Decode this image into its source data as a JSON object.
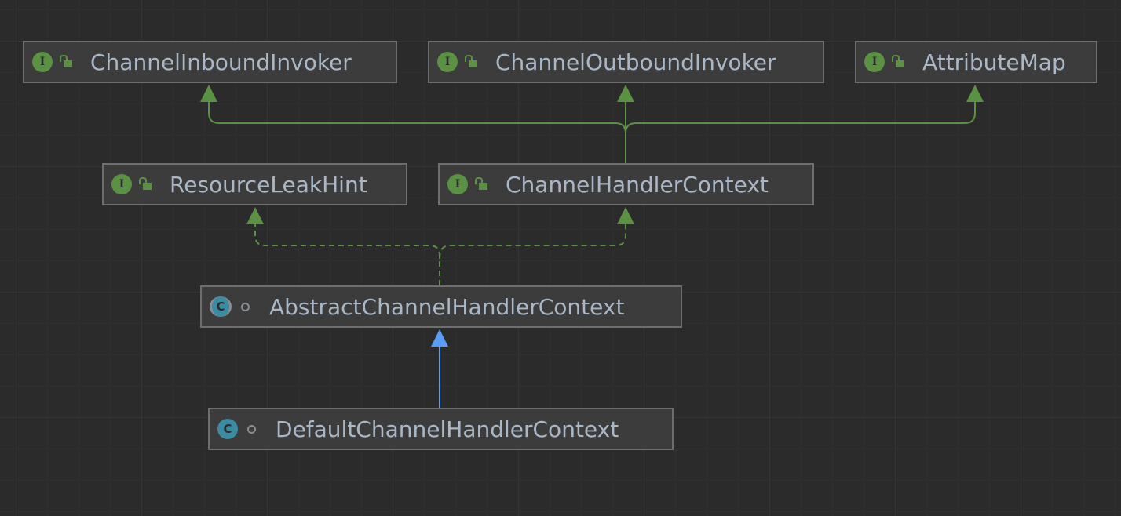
{
  "diagram": {
    "nodes": [
      {
        "id": "inbound",
        "name": "ChannelInboundInvoker",
        "kind": "interface",
        "kind_letter": "I",
        "visibility": "public"
      },
      {
        "id": "outbound",
        "name": "ChannelOutboundInvoker",
        "kind": "interface",
        "kind_letter": "I",
        "visibility": "public"
      },
      {
        "id": "attr",
        "name": "AttributeMap",
        "kind": "interface",
        "kind_letter": "I",
        "visibility": "public"
      },
      {
        "id": "leak",
        "name": "ResourceLeakHint",
        "kind": "interface",
        "kind_letter": "I",
        "visibility": "public"
      },
      {
        "id": "ctx",
        "name": "ChannelHandlerContext",
        "kind": "interface",
        "kind_letter": "I",
        "visibility": "public"
      },
      {
        "id": "abstract",
        "name": "AbstractChannelHandlerContext",
        "kind": "abstract-class",
        "kind_letter": "C",
        "visibility": "package"
      },
      {
        "id": "default",
        "name": "DefaultChannelHandlerContext",
        "kind": "class",
        "kind_letter": "C",
        "visibility": "package"
      }
    ],
    "edges": [
      {
        "from": "ctx",
        "to": "inbound",
        "type": "extends"
      },
      {
        "from": "ctx",
        "to": "outbound",
        "type": "extends"
      },
      {
        "from": "ctx",
        "to": "attr",
        "type": "extends"
      },
      {
        "from": "abstract",
        "to": "leak",
        "type": "implements"
      },
      {
        "from": "abstract",
        "to": "ctx",
        "type": "implements"
      },
      {
        "from": "default",
        "to": "abstract",
        "type": "extends-class"
      }
    ],
    "colors": {
      "interface_edge": "#5a9142",
      "class_edge": "#589df6",
      "text": "#a9b7c6"
    }
  }
}
